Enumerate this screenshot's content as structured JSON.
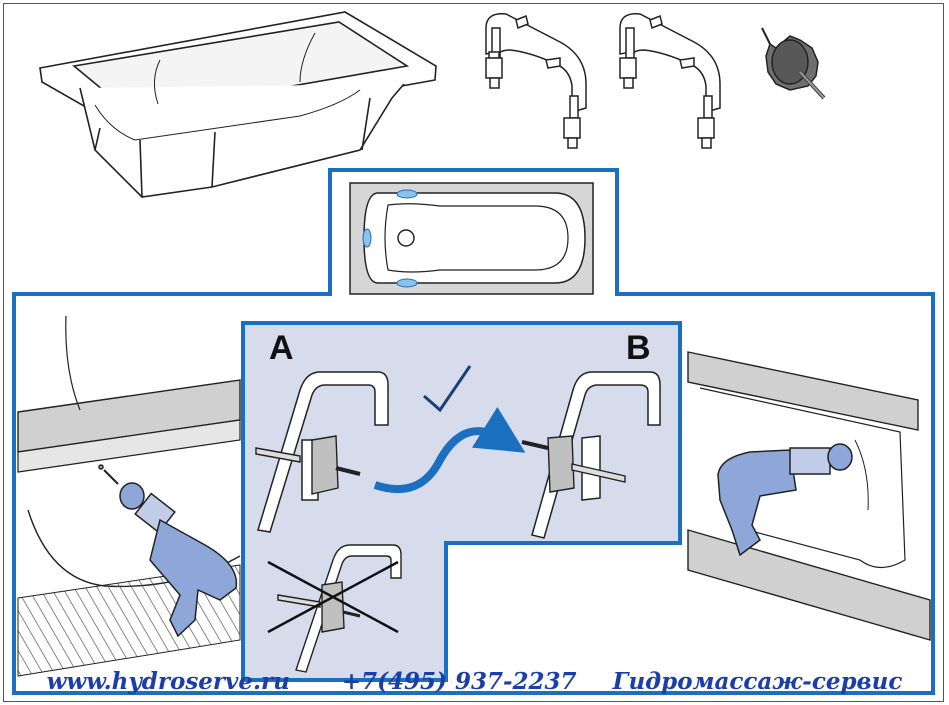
{
  "panel_labels": {
    "a": "A",
    "b": "B"
  },
  "footer": {
    "website": "www.hydroserve.ru",
    "phone": "+7(495) 937-2237",
    "company": "Гидромассаж-сервис"
  },
  "colors": {
    "frame_blue": "#1a6fc0",
    "panel_fill": "#d6dcec",
    "part_blue": "#8ea6d8",
    "footer_text": "#1c3ea8"
  },
  "icons": [
    "bathtub",
    "support-bracket",
    "support-bracket",
    "hole-saw",
    "check-mark",
    "drill",
    "drill",
    "curved-arrow",
    "cross-mark"
  ]
}
